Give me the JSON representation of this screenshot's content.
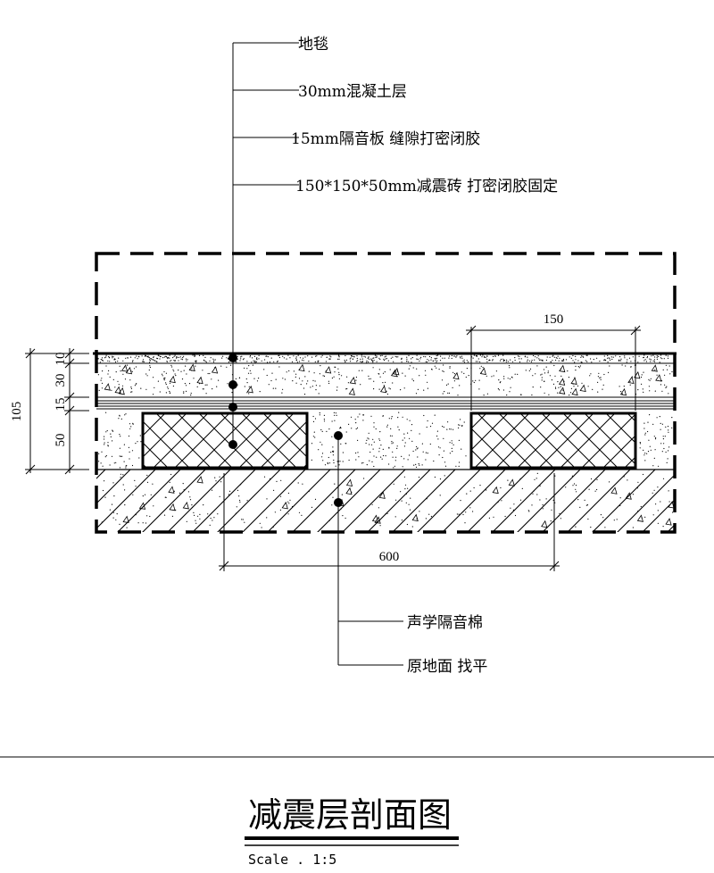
{
  "callouts_top": [
    {
      "id": "carpet",
      "text": "地毯"
    },
    {
      "id": "concrete",
      "text": "30mm混凝土层"
    },
    {
      "id": "board",
      "text": "15mm隔音板 缝隙打密闭胶"
    },
    {
      "id": "tile",
      "text": "150*150*50mm减震砖 打密闭胶固定"
    }
  ],
  "callouts_bottom": [
    {
      "id": "wool",
      "text": "声学隔音棉"
    },
    {
      "id": "ground",
      "text": "原地面 找平"
    }
  ],
  "dimensions": {
    "total": "105",
    "layers": [
      "10",
      "30",
      "15",
      "50"
    ],
    "tile_width": "150",
    "spacing": "600"
  },
  "title": "减震层剖面图",
  "scale": "Scale . 1:5"
}
